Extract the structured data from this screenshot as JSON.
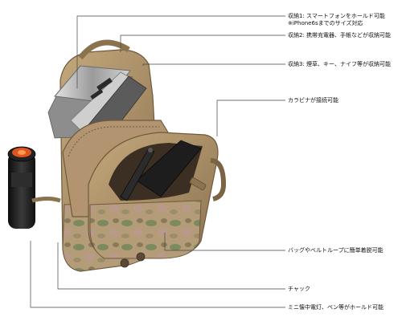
{
  "callouts": [
    {
      "id": "storage-1",
      "lines": [
        "収納1: スマートフォンをホールド可能",
        "※iPhone6sまでのサイズ対応"
      ]
    },
    {
      "id": "storage-2",
      "lines": [
        "収納2: 携帯充電器、手帳などが収納可能"
      ]
    },
    {
      "id": "storage-3",
      "lines": [
        "収納3: 煙草、キー、ナイフ等が収納可能"
      ]
    },
    {
      "id": "carabiner",
      "lines": [
        "カラビナが接続可能"
      ]
    },
    {
      "id": "belt-loop",
      "lines": [
        "バッグやベルトループに簡単着脱可能"
      ]
    },
    {
      "id": "zipper",
      "lines": [
        "チャック"
      ]
    },
    {
      "id": "mini-holder",
      "lines": [
        "ミニ懐中電灯、ペン等がホールド可能"
      ]
    }
  ],
  "colors": {
    "pouch": "#a98b62",
    "pouch_dark": "#6f5a3d",
    "pouch_light": "#c9ae84",
    "camo_green": "#7c8a5e",
    "camo_pink": "#b99a8a",
    "leader_line": "#444444",
    "flashlight": "#1c1c1c",
    "flashlight_tip": "#e2541f",
    "phone_silver": "#b8b8b8",
    "device_dark": "#222222"
  }
}
